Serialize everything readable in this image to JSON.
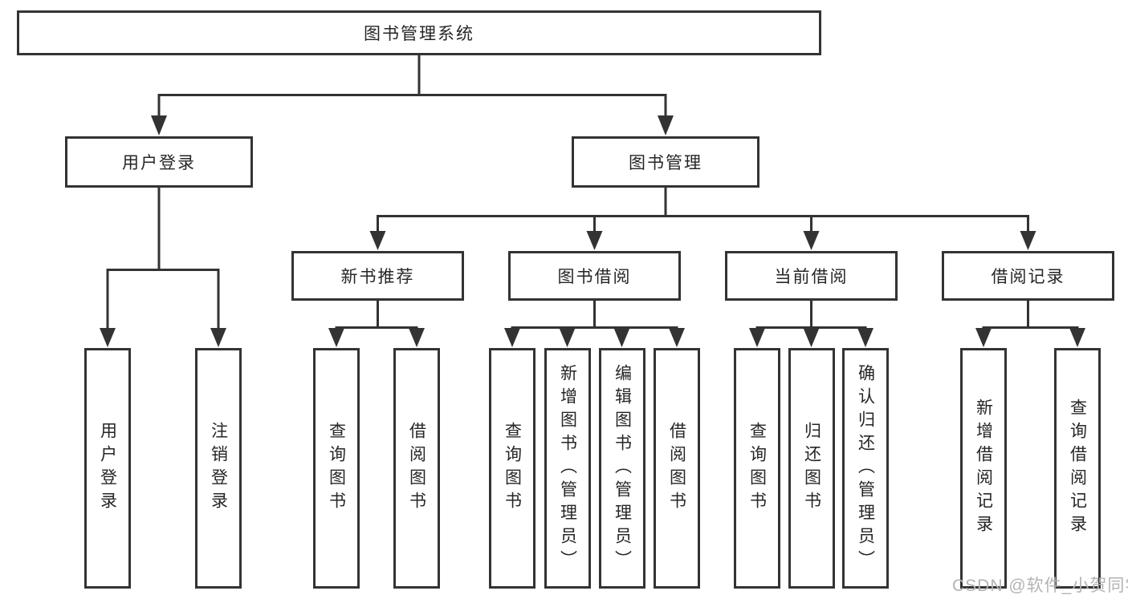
{
  "diagram": {
    "root": {
      "label": "图书管理系统"
    },
    "level2": {
      "user_login": {
        "label": "用户登录"
      },
      "book_management": {
        "label": "图书管理"
      }
    },
    "level3": {
      "new_book_recommend": {
        "label": "新书推荐"
      },
      "book_borrowing": {
        "label": "图书借阅"
      },
      "current_borrowing": {
        "label": "当前借阅"
      },
      "borrowing_records": {
        "label": "借阅记录"
      }
    },
    "leaves": {
      "user_login": {
        "label": "用户登录"
      },
      "logout": {
        "label": "注销登录"
      },
      "recommend_query_books": {
        "label": "查询图书"
      },
      "recommend_borrow_books": {
        "label": "借阅图书"
      },
      "borrowing_query_books": {
        "label": "查询图书"
      },
      "borrowing_add_books": {
        "label": "新增图书（管理员）"
      },
      "borrowing_edit_books": {
        "label": "编辑图书（管理员）"
      },
      "borrowing_borrow_books": {
        "label": "借阅图书"
      },
      "current_query_books": {
        "label": "查询图书"
      },
      "current_return_books": {
        "label": "归还图书"
      },
      "current_confirm_return": {
        "label": "确认归还（管理员）"
      },
      "records_add_record": {
        "label": "新增借阅记录"
      },
      "records_query_record": {
        "label": "查询借阅记录"
      }
    }
  },
  "watermark": {
    "text": "CSDN @软件_小贺同学"
  },
  "colors": {
    "line": "#333333",
    "border": "#333333",
    "text": "#262626",
    "watermark": "#b3b3b3",
    "background": "#ffffff"
  }
}
